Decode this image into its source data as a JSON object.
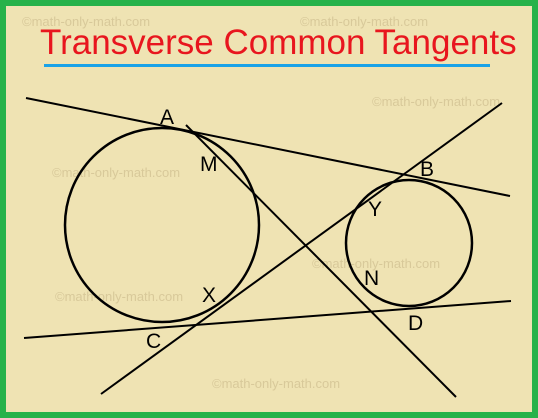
{
  "title": "Transverse Common Tangents",
  "labels": {
    "A": "A",
    "B": "B",
    "C": "C",
    "D": "D",
    "M": "M",
    "N": "N",
    "X": "X",
    "Y": "Y"
  },
  "watermark": "©math-only-math.com",
  "colors": {
    "frame": "#27b24a",
    "background": "#efe3b3",
    "title": "#e8161e",
    "underline": "#1aa3e8",
    "lines": "#000000"
  }
}
